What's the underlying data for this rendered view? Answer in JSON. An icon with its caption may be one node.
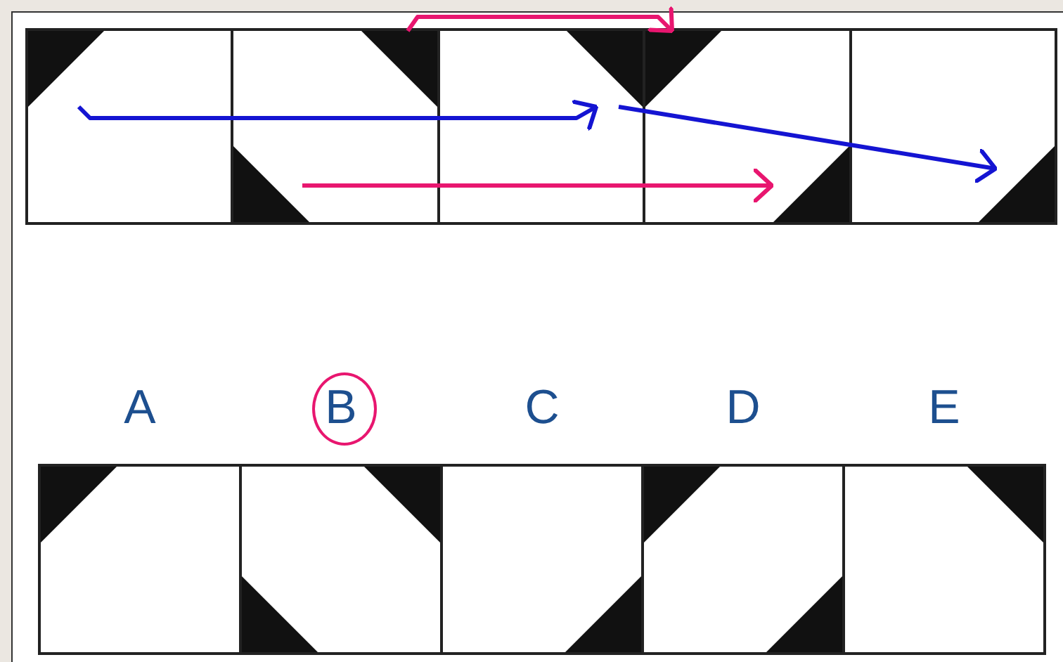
{
  "diagram": {
    "nodes": [
      {
        "text": [],
        "shape": "box"
      },
      {
        "text": [],
        "shape": "triangle",
        "in": 0
      },
      {
        "text": [],
        "shape": "box"
      },
      {
        "text": [],
        "shape": "triangle",
        "in": 2
      },
      {
        "text": [],
        "shape": "triangle",
        "in": 2
      },
      {
        "text": [],
        "shape": "box"
      },
      {
        "text": [],
        "shape": "triangle",
        "in": 5
      },
      {
        "text": [],
        "shape": "box"
      },
      {
        "text": [],
        "shape": "triangle",
        "in": 7
      },
      {
        "text": [],
        "shape": "triangle",
        "in": 7
      },
      {
        "text": [],
        "shape": "box"
      },
      {
        "text": [],
        "shape": "triangle",
        "in": 10
      },
      {
        "text": [
          "A"
        ]
      },
      {
        "text": [
          "B"
        ]
      },
      {
        "text": [
          "C"
        ]
      },
      {
        "text": [
          "D"
        ]
      },
      {
        "text": [
          "E"
        ]
      }
    ],
    "edges": [
      {
        "from": 1,
        "to": 6,
        "arrow": "to",
        "color": "#1414d2"
      },
      {
        "from": 3,
        "to": 8,
        "arrow": "to",
        "color": "#e8166f"
      },
      {
        "from": 4,
        "to": 9,
        "arrow": "to",
        "color": "#e8166f"
      },
      {
        "from": 6,
        "to": 11,
        "arrow": "to",
        "color": "#1414d2"
      }
    ]
  }
}
